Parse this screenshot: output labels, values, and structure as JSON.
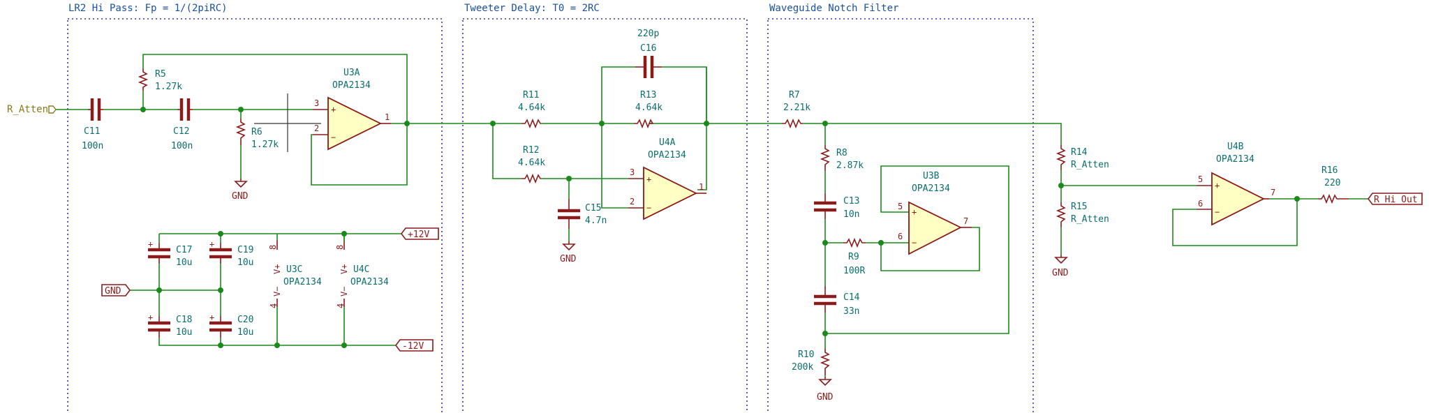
{
  "sections": {
    "hipass_title": "LR2 Hi Pass: Fp = 1/(2piRC)",
    "delay_title": "Tweeter Delay: T0 = 2RC",
    "notch_title": "Waveguide Notch Filter"
  },
  "ports": {
    "r_atten": "R_Atten",
    "r_hi_out": "R_Hi_Out",
    "gnd_port": "GND",
    "p12": "+12V",
    "m12": "-12V"
  },
  "gnd_label": "GND",
  "resistors": {
    "R5": {
      "ref": "R5",
      "value": "1.27k"
    },
    "R6": {
      "ref": "R6",
      "value": "1.27k"
    },
    "R11": {
      "ref": "R11",
      "value": "4.64k"
    },
    "R12": {
      "ref": "R12",
      "value": "4.64k"
    },
    "R13": {
      "ref": "R13",
      "value": "4.64k"
    },
    "R7": {
      "ref": "R7",
      "value": "2.21k"
    },
    "R8": {
      "ref": "R8",
      "value": "2.87k"
    },
    "R9": {
      "ref": "R9",
      "value": "100R"
    },
    "R10": {
      "ref": "R10",
      "value": "200k"
    },
    "R14": {
      "ref": "R14",
      "value": "R_Atten"
    },
    "R15": {
      "ref": "R15",
      "value": "R_Atten"
    },
    "R16": {
      "ref": "R16",
      "value": "220"
    }
  },
  "capacitors": {
    "C11": {
      "ref": "C11",
      "value": "100n"
    },
    "C12": {
      "ref": "C12",
      "value": "100n"
    },
    "C15": {
      "ref": "C15",
      "value": "4.7n"
    },
    "C16": {
      "ref": "C16",
      "value": "220p"
    },
    "C13": {
      "ref": "C13",
      "value": "10n"
    },
    "C14": {
      "ref": "C14",
      "value": "33n"
    },
    "C17": {
      "ref": "C17",
      "value": "10u"
    },
    "C18": {
      "ref": "C18",
      "value": "10u"
    },
    "C19": {
      "ref": "C19",
      "value": "10u"
    },
    "C20": {
      "ref": "C20",
      "value": "10u"
    }
  },
  "opamps": {
    "U3A": {
      "ref": "U3A",
      "value": "OPA2134"
    },
    "U4A": {
      "ref": "U4A",
      "value": "OPA2134"
    },
    "U3B": {
      "ref": "U3B",
      "value": "OPA2134"
    },
    "U4B": {
      "ref": "U4B",
      "value": "OPA2134"
    },
    "U3C": {
      "ref": "U3C",
      "value": "OPA2134"
    },
    "U4C": {
      "ref": "U4C",
      "value": "OPA2134"
    }
  },
  "pins": {
    "p1": "1",
    "p2": "2",
    "p3": "3",
    "p4": "4",
    "p5": "5",
    "p6": "6",
    "p7": "7",
    "p8": "8"
  },
  "symbols": {
    "plus": "+",
    "minus": "−",
    "vplus": "V+",
    "vminus": "V−"
  },
  "colors": {
    "wire": "#1a8a1a",
    "component": "#8b1a1a",
    "opamp_fill": "#ffffc4",
    "text": "#0b6e6e",
    "section_border": "#3030c0"
  }
}
